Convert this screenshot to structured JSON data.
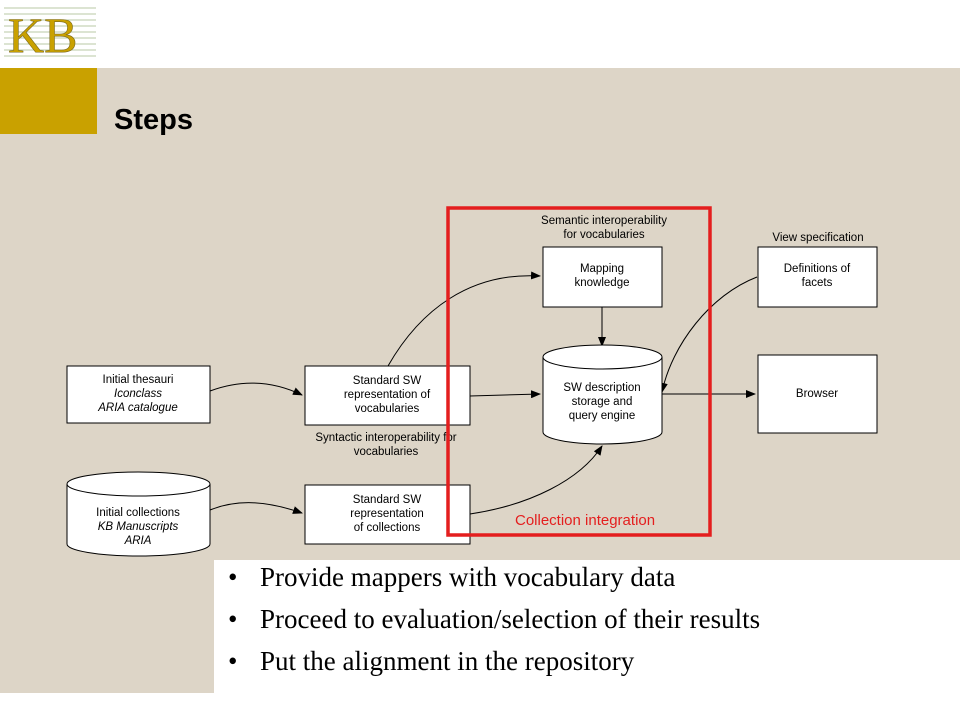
{
  "logo": {
    "text": "KB"
  },
  "slide": {
    "title": "Steps"
  },
  "diagram": {
    "nodes": {
      "initial_thesauri": {
        "lines": [
          "Initial thesauri",
          "Iconclass",
          "ARIA catalogue"
        ]
      },
      "initial_collections": {
        "lines": [
          "Initial collections",
          "KB Manuscripts",
          "ARIA"
        ]
      },
      "standard_vocab": {
        "lines": [
          "Standard SW",
          "representation of",
          "vocabularies"
        ]
      },
      "standard_coll": {
        "lines": [
          "Standard SW",
          "representation",
          "of collections"
        ]
      },
      "mapping": {
        "lines": [
          "Mapping",
          "knowledge"
        ]
      },
      "sw_desc": {
        "lines": [
          "SW description",
          "storage and",
          "query engine"
        ]
      },
      "facets": {
        "lines": [
          "Definitions of",
          "facets"
        ]
      },
      "browser": {
        "lines": [
          "Browser"
        ]
      }
    },
    "annotations": {
      "semantic": [
        "Semantic interoperability",
        "for vocabularies"
      ],
      "view_spec": "View specification",
      "syntactic": [
        "Syntactic interoperability for",
        "vocabularies"
      ],
      "collection_integration": "Collection integration"
    },
    "colors": {
      "highlight": "#e41e1e"
    }
  },
  "bullets": [
    "Provide mappers with vocabulary data",
    "Proceed to evaluation/selection of their results",
    "Put the alignment in the repository"
  ],
  "colors": {
    "background": "#ddd5c7",
    "accent": "#c9a100"
  }
}
